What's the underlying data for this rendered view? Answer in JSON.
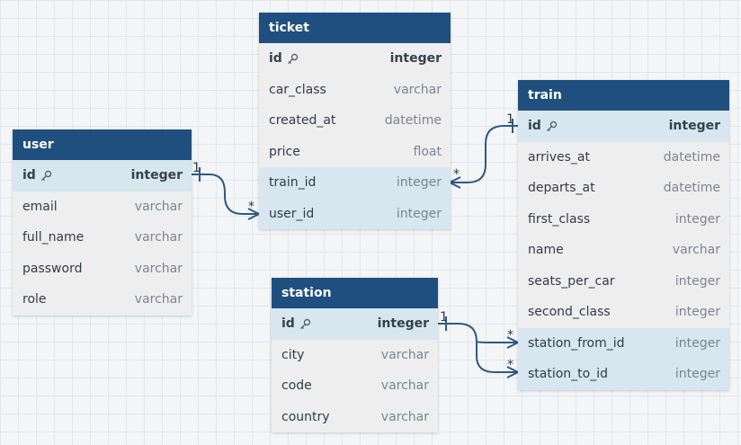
{
  "tables": {
    "ticket": {
      "name": "ticket",
      "fields": [
        {
          "name": "id",
          "type": "integer",
          "pk": true
        },
        {
          "name": "car_class",
          "type": "varchar"
        },
        {
          "name": "created_at",
          "type": "datetime"
        },
        {
          "name": "price",
          "type": "float"
        },
        {
          "name": "train_id",
          "type": "integer",
          "fk": true
        },
        {
          "name": "user_id",
          "type": "integer",
          "fk": true
        }
      ]
    },
    "train": {
      "name": "train",
      "fields": [
        {
          "name": "id",
          "type": "integer",
          "pk": true
        },
        {
          "name": "arrives_at",
          "type": "datetime"
        },
        {
          "name": "departs_at",
          "type": "datetime"
        },
        {
          "name": "first_class",
          "type": "integer"
        },
        {
          "name": "name",
          "type": "varchar"
        },
        {
          "name": "seats_per_car",
          "type": "integer"
        },
        {
          "name": "second_class",
          "type": "integer"
        },
        {
          "name": "station_from_id",
          "type": "integer",
          "fk": true
        },
        {
          "name": "station_to_id",
          "type": "integer",
          "fk": true
        }
      ]
    },
    "user": {
      "name": "user",
      "fields": [
        {
          "name": "id",
          "type": "integer",
          "pk": true
        },
        {
          "name": "email",
          "type": "varchar"
        },
        {
          "name": "full_name",
          "type": "varchar"
        },
        {
          "name": "password",
          "type": "varchar"
        },
        {
          "name": "role",
          "type": "varchar"
        }
      ]
    },
    "station": {
      "name": "station",
      "fields": [
        {
          "name": "id",
          "type": "integer",
          "pk": true
        },
        {
          "name": "city",
          "type": "varchar"
        },
        {
          "name": "code",
          "type": "varchar"
        },
        {
          "name": "country",
          "type": "varchar"
        }
      ]
    }
  },
  "relations": [
    {
      "from": "ticket.train_id",
      "to": "train.id",
      "from_card": "*",
      "to_card": "1"
    },
    {
      "from": "ticket.user_id",
      "to": "user.id",
      "from_card": "*",
      "to_card": "1"
    },
    {
      "from": "train.station_from_id",
      "to": "station.id",
      "from_card": "*",
      "to_card": "1"
    },
    {
      "from": "train.station_to_id",
      "to": "station.id",
      "from_card": "*",
      "to_card": "1"
    }
  ],
  "colors": {
    "header": "#1f4f7f",
    "header_text": "#ffffff",
    "row_bg": "#eeeeee",
    "highlight_row": "#d7e6ef",
    "connector": "#2b5a86"
  },
  "icons": {
    "primary_key": "key-icon"
  }
}
